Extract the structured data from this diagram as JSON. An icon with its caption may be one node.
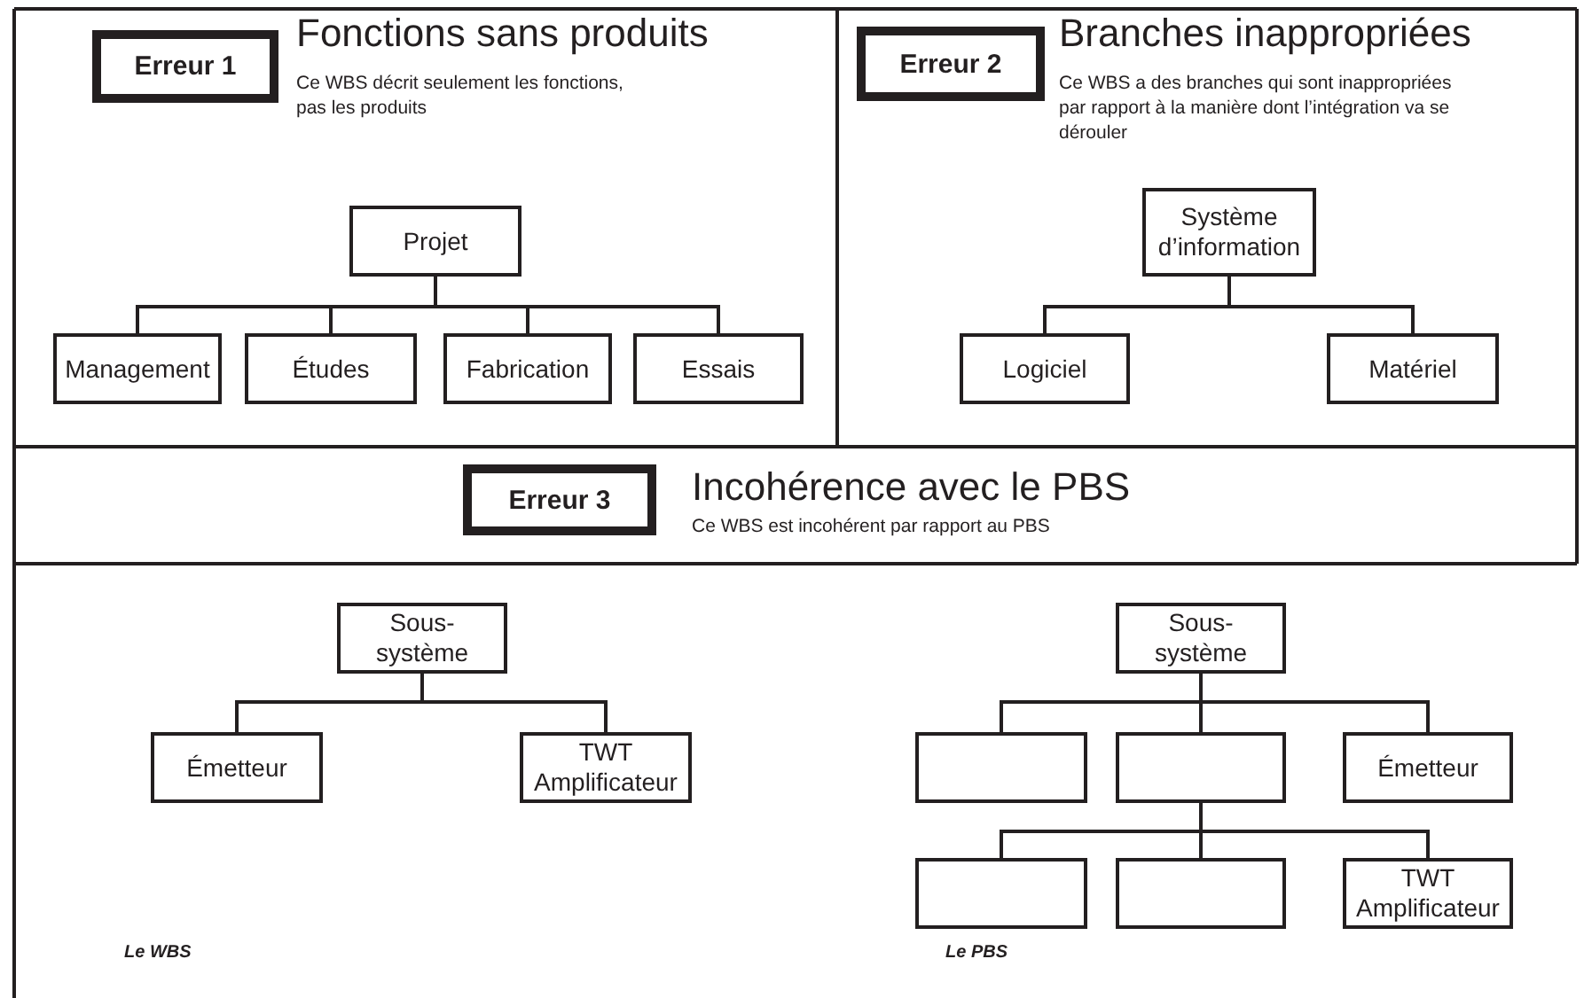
{
  "diagram": {
    "nodes": [
      {
        "text": [
          "Erreur 1"
        ]
      },
      {
        "text": [
          "Projet"
        ]
      },
      {
        "text": [
          "Management"
        ]
      },
      {
        "text": [
          "Études"
        ]
      },
      {
        "text": [
          "Fabrication"
        ]
      },
      {
        "text": [
          "Essais"
        ]
      },
      {
        "text": [
          "Erreur 2"
        ]
      },
      {
        "text": [
          "Système d’information"
        ]
      },
      {
        "text": [
          "Logiciel"
        ]
      },
      {
        "text": [
          "Matériel"
        ]
      },
      {
        "text": [
          "Erreur 3"
        ]
      },
      {
        "text": [
          "Sous- système"
        ]
      },
      {
        "text": [
          "Émetteur"
        ]
      },
      {
        "text": [
          "TWT Amplificateur"
        ]
      },
      {
        "text": [
          "Sous- système"
        ]
      },
      {
        "text": [],
        "shape": "box"
      },
      {
        "text": [],
        "shape": "box"
      },
      {
        "text": [
          "Émetteur"
        ]
      },
      {
        "text": [],
        "shape": "box"
      },
      {
        "text": [],
        "shape": "box"
      },
      {
        "text": [
          "TWT Amplificateur"
        ]
      }
    ],
    "edges": [
      {
        "from": 1,
        "to": 2,
        "arrow": "none"
      },
      {
        "from": 1,
        "to": 3,
        "arrow": "none"
      },
      {
        "from": 1,
        "to": 4,
        "arrow": "none"
      },
      {
        "from": 1,
        "to": 5,
        "arrow": "none"
      },
      {
        "from": 7,
        "to": 8,
        "arrow": "none"
      },
      {
        "from": 7,
        "to": 9,
        "arrow": "none"
      },
      {
        "from": 11,
        "to": 12,
        "arrow": "none"
      },
      {
        "from": 11,
        "to": 13,
        "arrow": "none"
      },
      {
        "from": 14,
        "to": 15,
        "arrow": "none"
      },
      {
        "from": 14,
        "to": 16,
        "arrow": "none"
      },
      {
        "from": 14,
        "to": 17,
        "arrow": "none"
      },
      {
        "from": 16,
        "to": 18,
        "arrow": "none"
      },
      {
        "from": 16,
        "to": 19,
        "arrow": "none"
      },
      {
        "from": 16,
        "to": 20,
        "arrow": "none"
      }
    ],
    "labels": [
      "Fonctions sans produits",
      "Ce WBS décrit seulement les fonctions, pas les produits",
      "Branches inappropriées",
      "Ce WBS a des branches qui sont inappropriées par rapport à la manière dont l’intégration va se dérouler",
      "Incohérence avec le PBS",
      "Ce WBS est incohérent par rapport au PBS",
      "Le WBS",
      "Le PBS"
    ]
  }
}
